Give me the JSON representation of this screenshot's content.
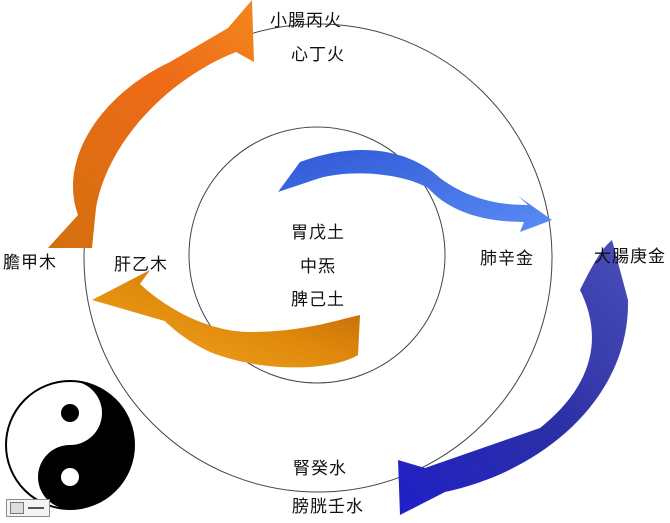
{
  "colors": {
    "fire": "#e5651a",
    "wood_upper": "#d9780f",
    "wood_inner": "#f0980c",
    "earth": "#c96808",
    "metal_inner": "#3b6ee8",
    "water": "#2a2f9e",
    "ring": "#444444"
  },
  "labels": {
    "small_intestine": "小腸丙火",
    "heart": "心丁火",
    "gallbladder": "膽甲木",
    "liver": "肝乙木",
    "stomach": "胃戊土",
    "center": "中炁",
    "spleen": "脾己土",
    "lung": "肺辛金",
    "large_intestine": "大腸庚金",
    "kidney": "腎癸水",
    "bladder": "膀胱壬水"
  },
  "symbol": {
    "name": "yin-yang-icon"
  }
}
